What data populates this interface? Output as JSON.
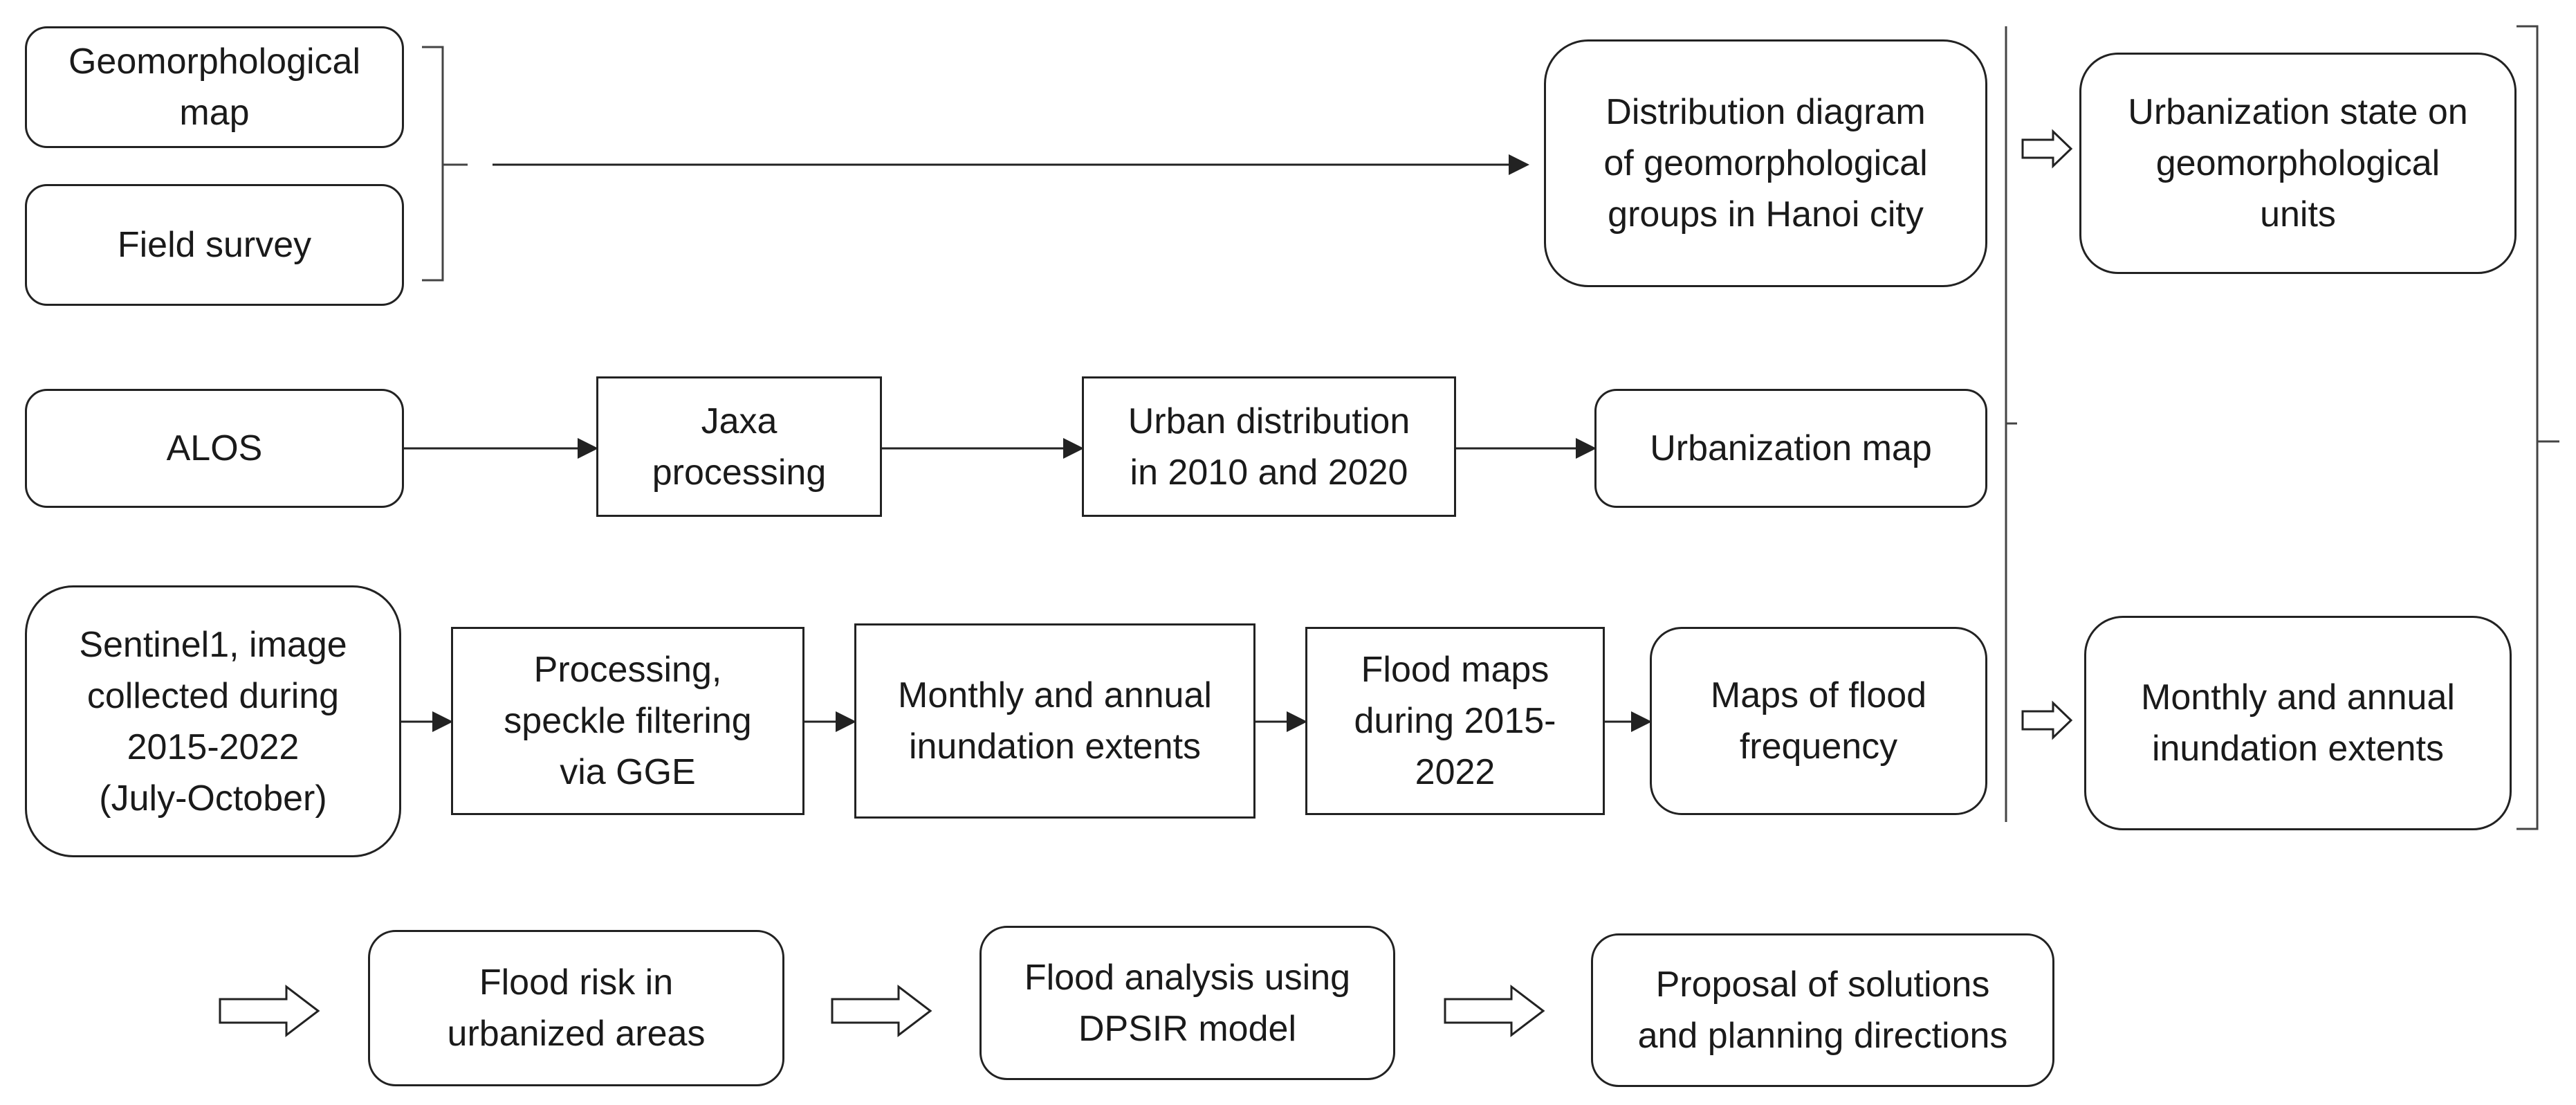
{
  "diagram": {
    "nodes": {
      "geomorph_map": "Geomorphological\nmap",
      "field_survey": "Field survey",
      "alos": "ALOS",
      "sentinel": "Sentinel1, image\ncollected during\n2015-2022\n(July-October)",
      "jaxa": "Jaxa\nprocessing",
      "urban_dist": "Urban distribution\nin 2010 and 2020",
      "urban_map": "Urbanization map",
      "speckle": "Processing,\nspeckle filtering\nvia GGE",
      "monthly_mid": "Monthly and annual\ninundation extents",
      "flood_maps": "Flood maps\nduring 2015-\n2022",
      "flood_freq": "Maps of flood\nfrequency",
      "distribution": "Distribution diagram\nof geomorphological\ngroups in Hanoi city",
      "urban_state": "Urbanization state on\ngeomorphological\nunits",
      "monthly_right": "Monthly and annual\ninundation extents",
      "flood_risk": "Flood risk in\nurbanized areas",
      "dpsir": "Flood analysis using\nDPSIR model",
      "proposal": "Proposal of solutions\nand planning directions"
    }
  }
}
